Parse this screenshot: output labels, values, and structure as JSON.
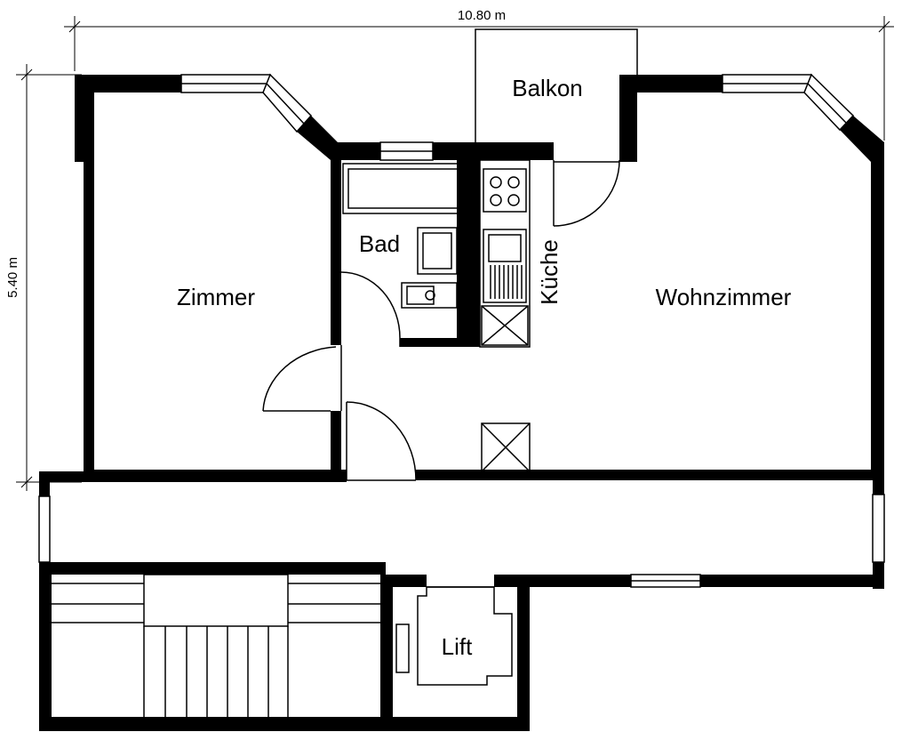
{
  "dimensions": {
    "width": "10.80 m",
    "height": "5.40 m"
  },
  "rooms": {
    "zimmer": "Zimmer",
    "balkon": "Balkon",
    "bad": "Bad",
    "kueche": "Küche",
    "wohnzimmer": "Wohnzimmer",
    "lift": "Lift"
  },
  "colors": {
    "wall": "#000000",
    "line": "#000000",
    "background": "#ffffff"
  }
}
